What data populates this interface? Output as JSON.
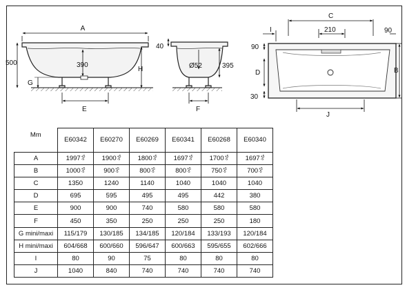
{
  "diagram": {
    "front_view": {
      "labels": {
        "A": "A",
        "H": "H",
        "G": "G",
        "E": "E"
      },
      "dims": {
        "height_500": "500",
        "depth_390": "390"
      }
    },
    "side_view": {
      "labels": {
        "F": "F"
      },
      "dims": {
        "rim_40": "40",
        "drain_dia": "Ø52",
        "drain_height": "395"
      }
    },
    "top_view": {
      "labels": {
        "C": "C",
        "I": "I",
        "D": "D",
        "B": "B",
        "J": "J"
      },
      "dims": {
        "width_210": "210",
        "edge_90_right": "90",
        "edge_90_left": "90",
        "edge_30": "30"
      }
    }
  },
  "table": {
    "corner_label": "Mm",
    "columns": [
      "E60342",
      "E60270",
      "E60269",
      "E60341",
      "E60268",
      "E60340"
    ],
    "tolerance": {
      "plus": "+5",
      "minus": "-5"
    },
    "rows": [
      {
        "label": "A",
        "values": [
          "1997",
          "1900",
          "1800",
          "1697",
          "1700",
          "1697"
        ],
        "tol": true
      },
      {
        "label": "B",
        "values": [
          "1000",
          "900",
          "800",
          "800",
          "750",
          "700"
        ],
        "tol": true
      },
      {
        "label": "C",
        "values": [
          "1350",
          "1240",
          "1140",
          "1040",
          "1040",
          "1040"
        ],
        "tol": false
      },
      {
        "label": "D",
        "values": [
          "695",
          "595",
          "495",
          "495",
          "442",
          "380"
        ],
        "tol": false
      },
      {
        "label": "E",
        "values": [
          "900",
          "900",
          "740",
          "580",
          "580",
          "580"
        ],
        "tol": false
      },
      {
        "label": "F",
        "values": [
          "450",
          "350",
          "250",
          "250",
          "250",
          "180"
        ],
        "tol": false
      },
      {
        "label": "G mini/maxi",
        "values": [
          "115/179",
          "130/185",
          "134/185",
          "120/184",
          "133/193",
          "120/184"
        ],
        "tol": false
      },
      {
        "label": "H mini/maxi",
        "values": [
          "604/668",
          "600/660",
          "596/647",
          "600/663",
          "595/655",
          "602/666"
        ],
        "tol": false
      },
      {
        "label": "I",
        "values": [
          "80",
          "90",
          "75",
          "80",
          "80",
          "80"
        ],
        "tol": false
      },
      {
        "label": "J",
        "values": [
          "1040",
          "840",
          "740",
          "740",
          "740",
          "740"
        ],
        "tol": false
      }
    ]
  }
}
